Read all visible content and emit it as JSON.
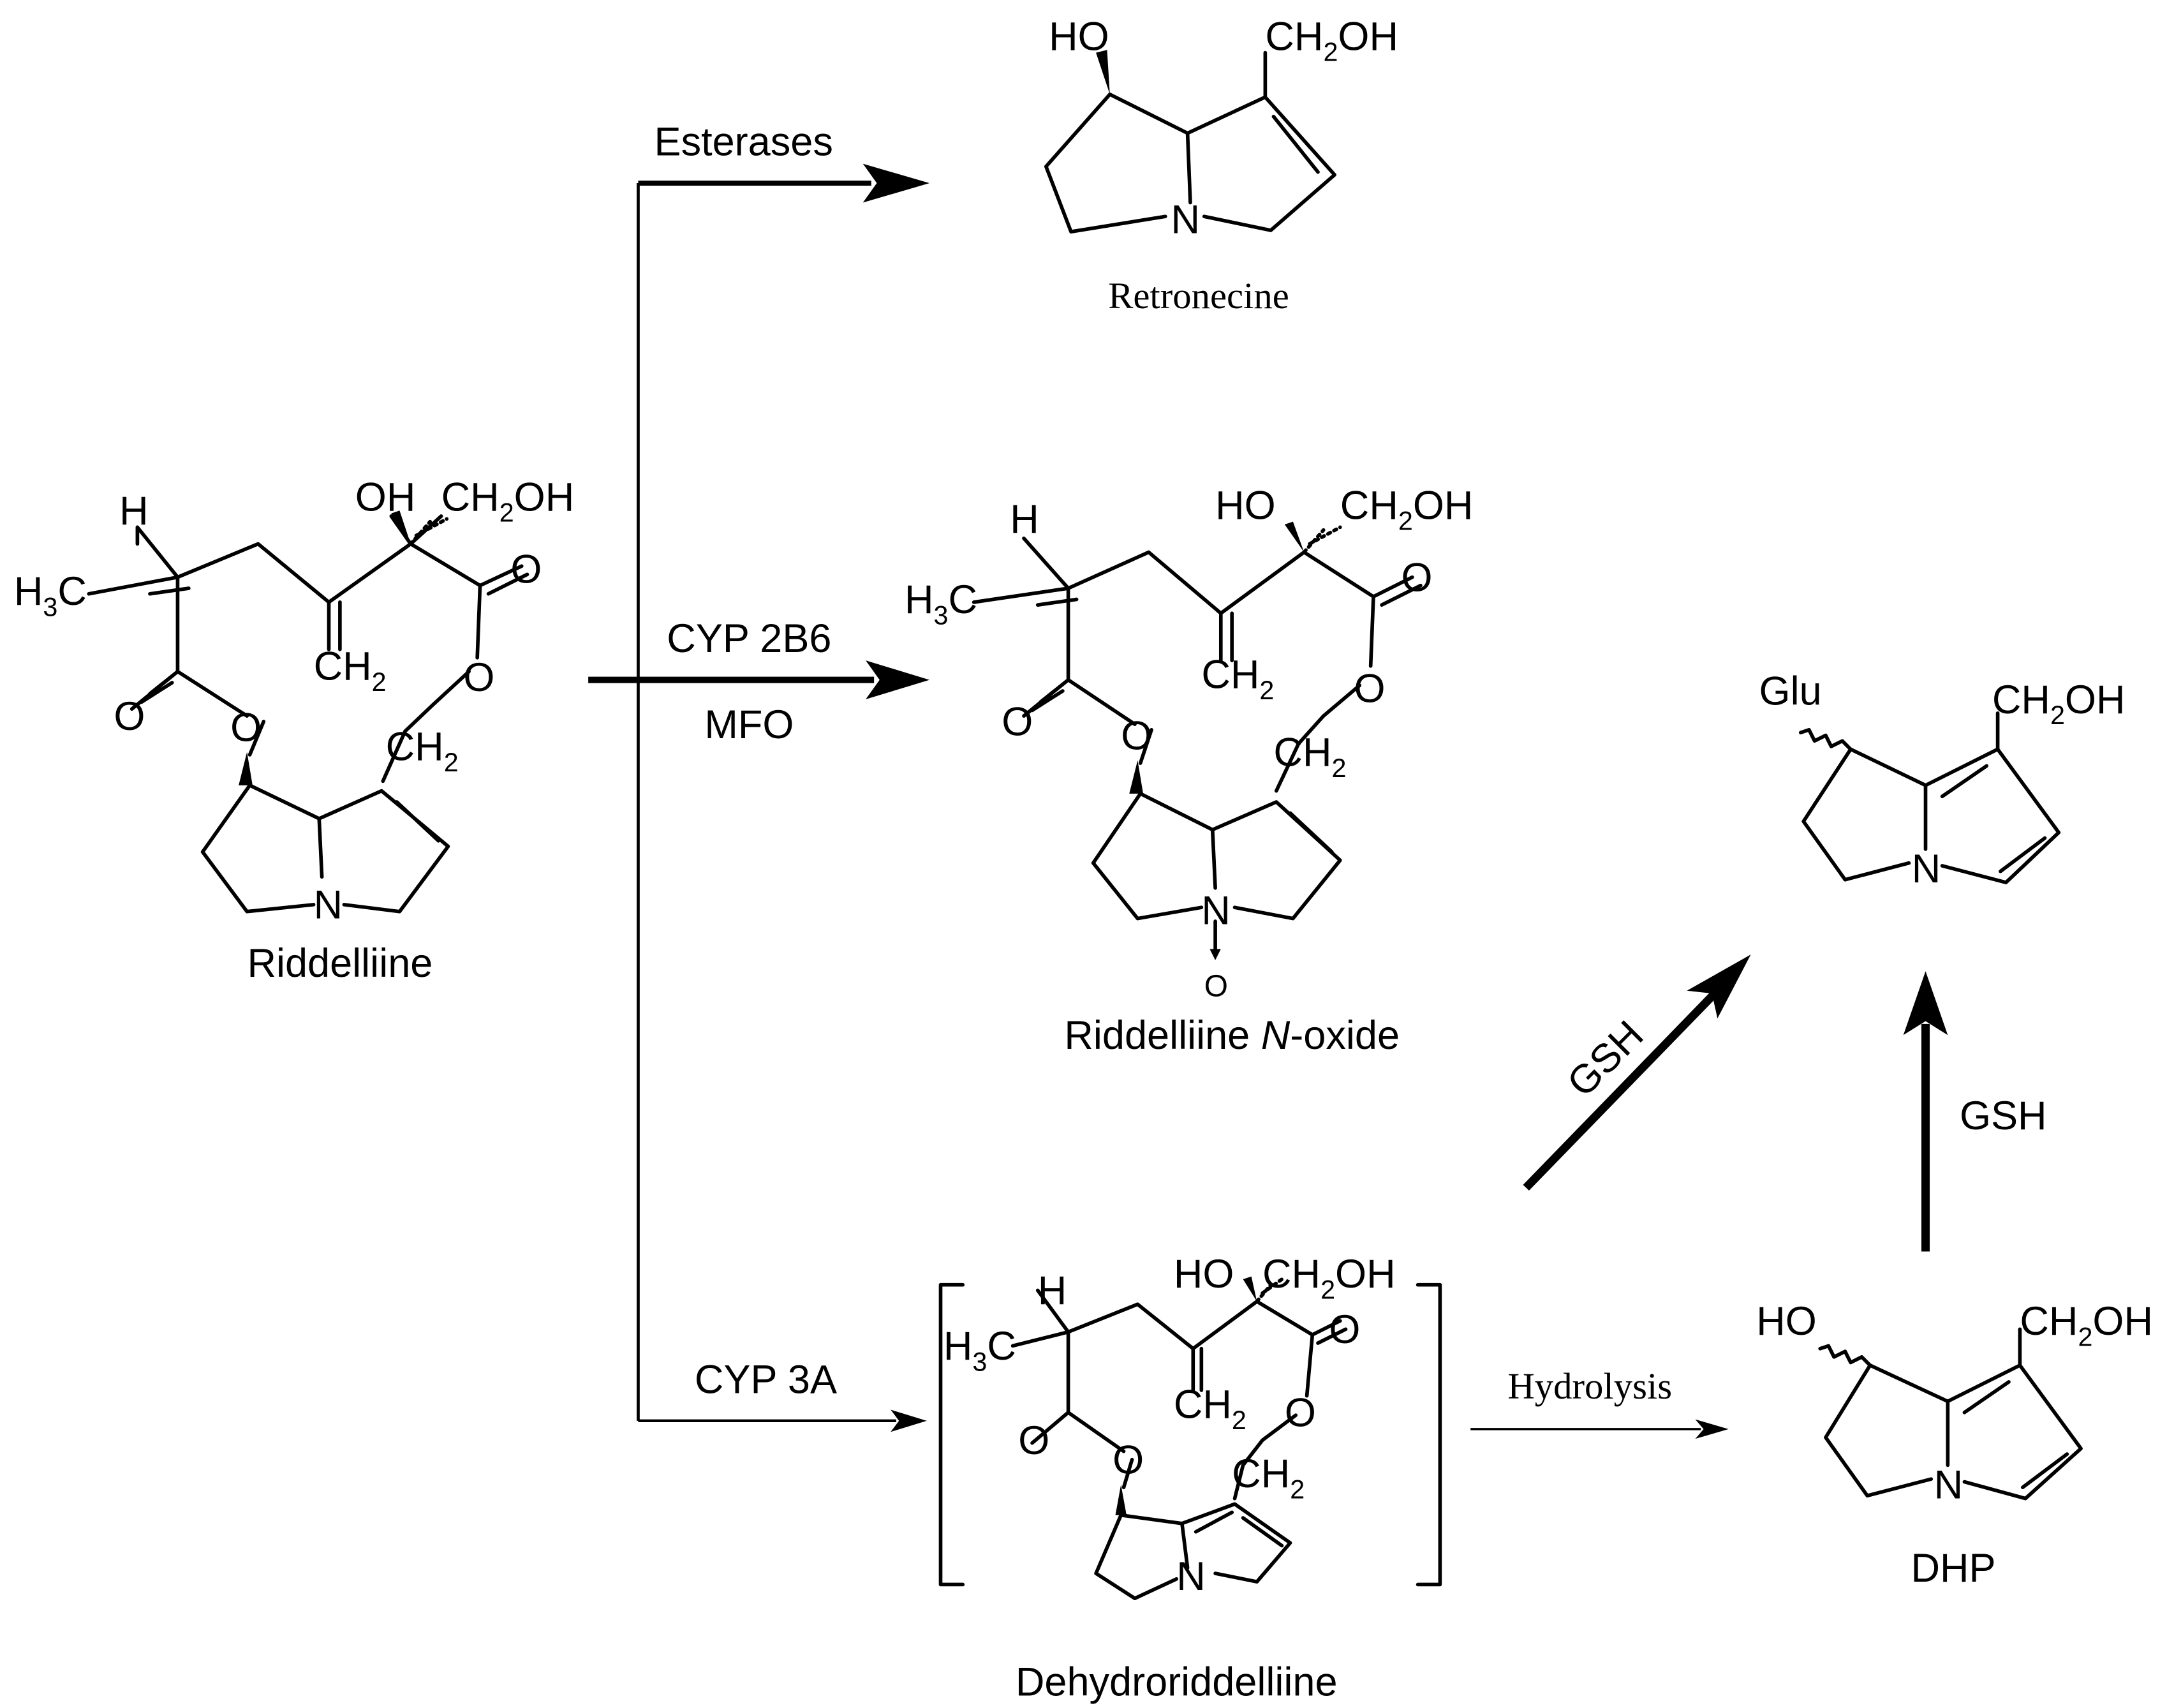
{
  "compounds": {
    "riddelliine": {
      "name": "Riddelliine"
    },
    "retronecine": {
      "name": "Retronecine"
    },
    "n_oxide": {
      "name": "Riddelliine",
      "name_italic": "N",
      "name_suffix": "-oxide"
    },
    "dehydro": {
      "name": "Dehydroriddelliine"
    },
    "dhp": {
      "name": "DHP"
    }
  },
  "reagents": {
    "esterases": "Esterases",
    "cyp2b6": "CYP 2B6",
    "mfo": "MFO",
    "cyp3a": "CYP 3A",
    "hydrolysis": "Hydrolysis",
    "gsh_diagonal": "GSH",
    "gsh_vertical": "GSH"
  },
  "atoms": {
    "H": "H",
    "C": "C",
    "O": "O",
    "N": "N",
    "OH": "OH",
    "HO": "HO",
    "Glu": "Glu",
    "three": "3",
    "two": "2"
  },
  "colors": {
    "ink": "#000000",
    "background": "#ffffff"
  }
}
